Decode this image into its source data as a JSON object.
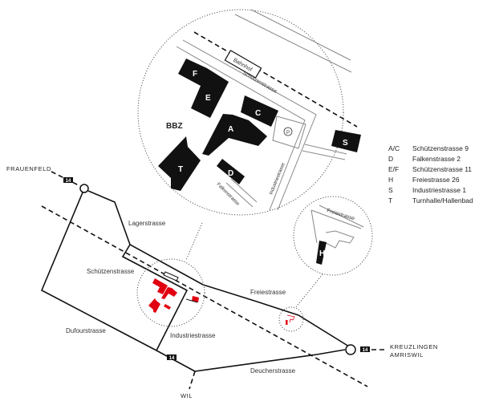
{
  "map": {
    "campus_label": "BBZ",
    "detail_labels": {
      "station": "Bahnhof",
      "schuetzenstrasse": "Schützenstrasse",
      "falkenstrasse": "Falkenstrasse",
      "industriestrasse": "Industriestrasse",
      "freiestrasse": "Freiestrasse",
      "parking": "P"
    },
    "buildings": {
      "F": "F",
      "E": "E",
      "C": "C",
      "A": "A",
      "T": "T",
      "D": "D",
      "S": "S",
      "H": "H"
    },
    "streets": {
      "lagerstrasse": "Lagerstrasse",
      "schuetzenstrasse": "Schützenstrasse",
      "freiestrasse": "Freiestrasse",
      "dufourstrasse": "Dufourstrasse",
      "industriestrasse": "Industriestrasse",
      "deucherstrasse": "Deucherstrasse"
    },
    "destinations": {
      "frauenfeld": "FRAUENFELD",
      "wil": "WIL",
      "kreuzlingen": "KREUZLINGEN",
      "amriswil": "AMRISWIL"
    },
    "route_number": "14",
    "colors": {
      "highlight": "#e10010",
      "building": "#111111"
    }
  },
  "legend": [
    {
      "code": "A/C",
      "address": "Schützenstrasse 9"
    },
    {
      "code": "D",
      "address": "Falkenstrasse 2"
    },
    {
      "code": "E/F",
      "address": "Schützenstrasse 11"
    },
    {
      "code": "H",
      "address": "Freiestrasse 26"
    },
    {
      "code": "S",
      "address": "Industriestrasse 1"
    },
    {
      "code": "T",
      "address": "Turnhalle/Hallenbad"
    }
  ]
}
